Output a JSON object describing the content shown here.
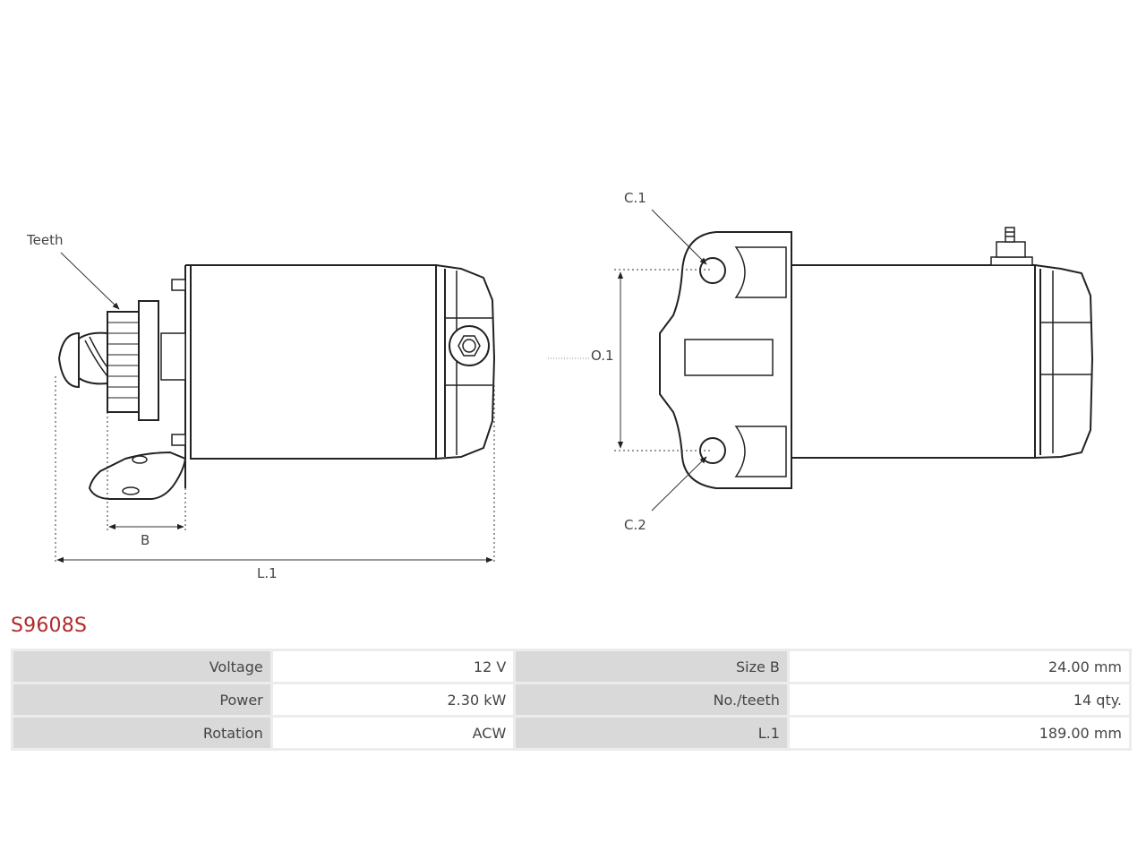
{
  "drawing": {
    "labels": {
      "teeth": "Teeth",
      "b": "B",
      "l1": "L.1",
      "c1": "C.1",
      "c2": "C.2",
      "o1": "O.1"
    }
  },
  "product": {
    "part_number": "S9608S",
    "accent_color": "#b02a2a"
  },
  "specs": [
    {
      "label_left": "Voltage",
      "value_left": "12 V",
      "label_right": "Size B",
      "value_right": "24.00 mm"
    },
    {
      "label_left": "Power",
      "value_left": "2.30 kW",
      "label_right": "No./teeth",
      "value_right": "14 qty."
    },
    {
      "label_left": "Rotation",
      "value_left": "ACW",
      "label_right": "L.1",
      "value_right": "189.00 mm"
    }
  ]
}
